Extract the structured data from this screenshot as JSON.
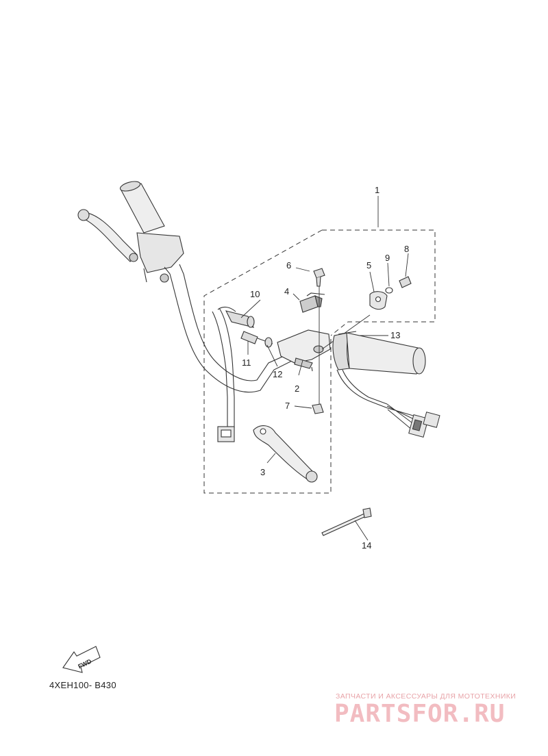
{
  "parts": [
    {
      "id": "1",
      "label": "1"
    },
    {
      "id": "2",
      "label": "2"
    },
    {
      "id": "3",
      "label": "3"
    },
    {
      "id": "4",
      "label": "4"
    },
    {
      "id": "5",
      "label": "5"
    },
    {
      "id": "6",
      "label": "6"
    },
    {
      "id": "7",
      "label": "7"
    },
    {
      "id": "8",
      "label": "8"
    },
    {
      "id": "9",
      "label": "9"
    },
    {
      "id": "10",
      "label": "10"
    },
    {
      "id": "11",
      "label": "11"
    },
    {
      "id": "12",
      "label": "12"
    },
    {
      "id": "13",
      "label": "13"
    },
    {
      "id": "14",
      "label": "14"
    }
  ],
  "fwd_label": "FWD",
  "diagram_code": "4XEH100- B430",
  "watermark": {
    "tagline": "ЗАПЧАСТИ И АКСЕССУАРЫ ДЛЯ МОТОТЕХНИКИ",
    "site": "PARTSFOR.RU",
    "color": "#f2bcc1"
  }
}
